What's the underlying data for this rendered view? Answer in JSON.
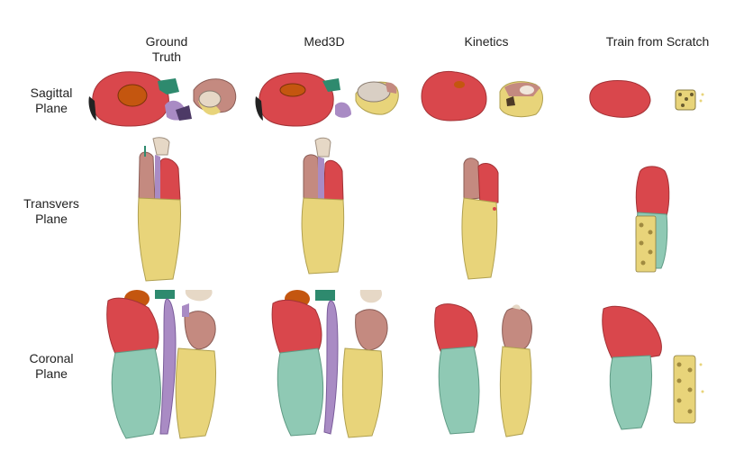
{
  "columns": [
    {
      "label_line1": "Ground",
      "label_line2": "Truth"
    },
    {
      "label_line1": "Med3D",
      "label_line2": ""
    },
    {
      "label_line1": "Kinetics",
      "label_line2": ""
    },
    {
      "label_line1": "Train from Scratch",
      "label_line2": ""
    }
  ],
  "rows": [
    {
      "label_line1": "Sagittal",
      "label_line2": "Plane"
    },
    {
      "label_line1": "Transvers",
      "label_line2": "Plane"
    },
    {
      "label_line1": "Coronal",
      "label_line2": "Plane"
    }
  ],
  "colors": {
    "red": "#d9474c",
    "yellow": "#e8d47a",
    "teal": "#8fc9b4",
    "pink": "#c48a80",
    "purple": "#a98bc4",
    "orange": "#c4560f",
    "green": "#2e8a6e",
    "beige": "#e6d8c6",
    "black": "#222222"
  }
}
